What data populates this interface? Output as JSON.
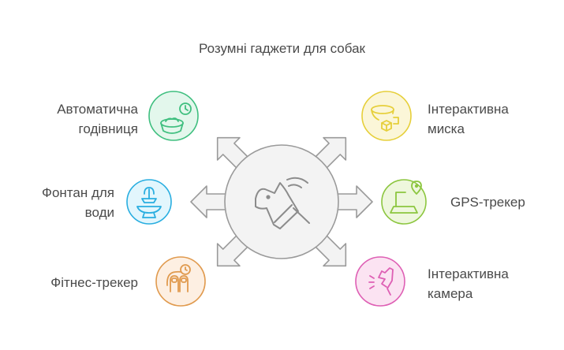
{
  "title": "Розумні гаджети для собак",
  "center": {
    "icon": "smart-dog-icon",
    "fill": "#f3f3f3",
    "stroke": "#9a9a9a"
  },
  "items": [
    {
      "id": "feeder",
      "label_line1": "Автоматична",
      "label_line2": "годівниця",
      "icon": "bowl-clock-icon",
      "stroke": "#3fbf7f",
      "fill": "#e3f7ec",
      "side": "left"
    },
    {
      "id": "fountain",
      "label_line1": "Фонтан для",
      "label_line2": "води",
      "icon": "fountain-icon",
      "stroke": "#29aee0",
      "fill": "#e2f6fd",
      "side": "left"
    },
    {
      "id": "fitness",
      "label_line1": "Фітнес-трекер",
      "label_line2": "",
      "icon": "fitness-tracker-icon",
      "stroke": "#e09a4e",
      "fill": "#fdefe2",
      "side": "left"
    },
    {
      "id": "bowl",
      "label_line1": "Інтерактивна",
      "label_line2": "миска",
      "icon": "interactive-bowl-icon",
      "stroke": "#e6cf3a",
      "fill": "#fbf6d8",
      "side": "right"
    },
    {
      "id": "gps",
      "label_line1": "GPS-трекер",
      "label_line2": "",
      "icon": "gps-laptop-icon",
      "stroke": "#8cc63f",
      "fill": "#eef7dd",
      "side": "right"
    },
    {
      "id": "camera",
      "label_line1": "Інтерактивна",
      "label_line2": "камера",
      "icon": "barking-dog-camera-icon",
      "stroke": "#de5fb4",
      "fill": "#fbe3f2",
      "side": "right"
    }
  ]
}
